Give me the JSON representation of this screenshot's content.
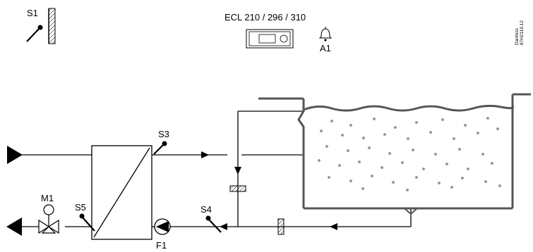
{
  "controller": {
    "label": "ECL 210 / 296 / 310",
    "icon": "controller-unit-icon"
  },
  "alarm": {
    "label": "A1",
    "icon": "alarm-bell-icon"
  },
  "sensors": {
    "s1": {
      "label": "S1",
      "icon": "outdoor-temperature-sensor-icon"
    },
    "s3": {
      "label": "S3",
      "icon": "temperature-sensor-icon"
    },
    "s4": {
      "label": "S4",
      "icon": "temperature-sensor-icon"
    },
    "s5": {
      "label": "S5",
      "icon": "temperature-sensor-icon"
    }
  },
  "motor": {
    "label": "M1",
    "icon": "motorized-valve-icon"
  },
  "pump": {
    "label": "F1",
    "icon": "circulation-pump-icon"
  },
  "heat_exchanger": {
    "icon": "heat-exchanger-icon"
  },
  "pool": {
    "icon": "swimming-pool-icon"
  },
  "strainers": {
    "icon": "strainer-icon"
  },
  "reference": {
    "brand": "Danfoss",
    "code": "87H2119.12"
  }
}
